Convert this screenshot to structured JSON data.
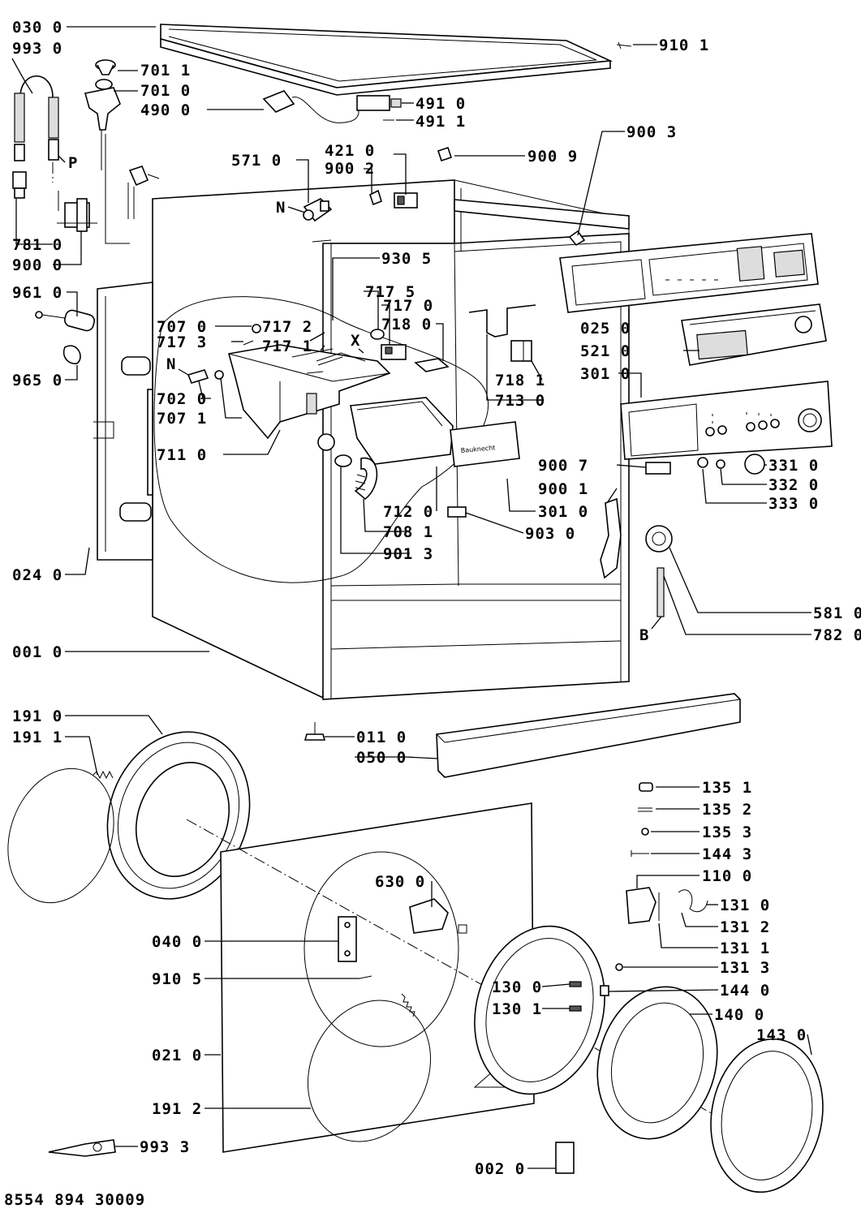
{
  "diagram": {
    "drawing_number": "8554 894 30009",
    "labels": {
      "l030_0": "030 0",
      "l993_0": "993 0",
      "l701_1": "701 1",
      "l701_0": "701 0",
      "l490_0": "490 0",
      "l491_0": "491 0",
      "l491_1": "491 1",
      "l910_1": "910 1",
      "l421_0": "421 0",
      "l900_2": "900 2",
      "l571_0": "571 0",
      "l900_9": "900 9",
      "l900_3": "900 3",
      "lP": "P",
      "lN1": "N",
      "l781_0": "781 0",
      "l900_0": "900 0",
      "l930_5": "930 5",
      "l961_0": "961 0",
      "l717_5": "717 5",
      "l717_0": "717 0",
      "l718_0": "718 0",
      "l707_0": "707 0",
      "l717_2": "717 2",
      "l717_3": "717 3",
      "l717_1": "717 1",
      "lX": "X",
      "l025_0": "025 0",
      "l521_0": "521 0",
      "l965_0": "965 0",
      "lN2": "N",
      "l702_0": "702 0",
      "l718_1": "718 1",
      "l713_0": "713 0",
      "l301_0a": "301 0",
      "l707_1": "707 1",
      "l711_0": "711 0",
      "l900_7": "900 7",
      "l331_0": "331 0",
      "l332_0": "332 0",
      "l900_1": "900 1",
      "l712_0": "712 0",
      "l301_0b": "301 0",
      "l333_0": "333 0",
      "l708_1": "708 1",
      "l903_0": "903 0",
      "l901_3": "901 3",
      "l024_0": "024 0",
      "l581_0": "581 0",
      "lB": "B",
      "l782_0": "782 0",
      "l001_0": "001 0",
      "l191_0": "191 0",
      "l191_1": "191 1",
      "l011_0": "011 0",
      "l050_0": "050 0",
      "l135_1": "135 1",
      "l135_2": "135 2",
      "l135_3": "135 3",
      "l144_3": "144 3",
      "l110_0": "110 0",
      "l630_0": "630 0",
      "l131_0": "131 0",
      "l131_2": "131 2",
      "l040_0": "040 0",
      "l131_1": "131 1",
      "l131_3": "131 3",
      "l910_5": "910 5",
      "l130_0": "130 0",
      "l144_0": "144 0",
      "l130_1": "130 1",
      "l140_0": "140 0",
      "l143_0": "143 0",
      "l021_0": "021 0",
      "l191_2": "191 2",
      "l993_3": "993 3",
      "l002_0": "002 0"
    },
    "drawer_brand_text": "Bauknecht"
  }
}
